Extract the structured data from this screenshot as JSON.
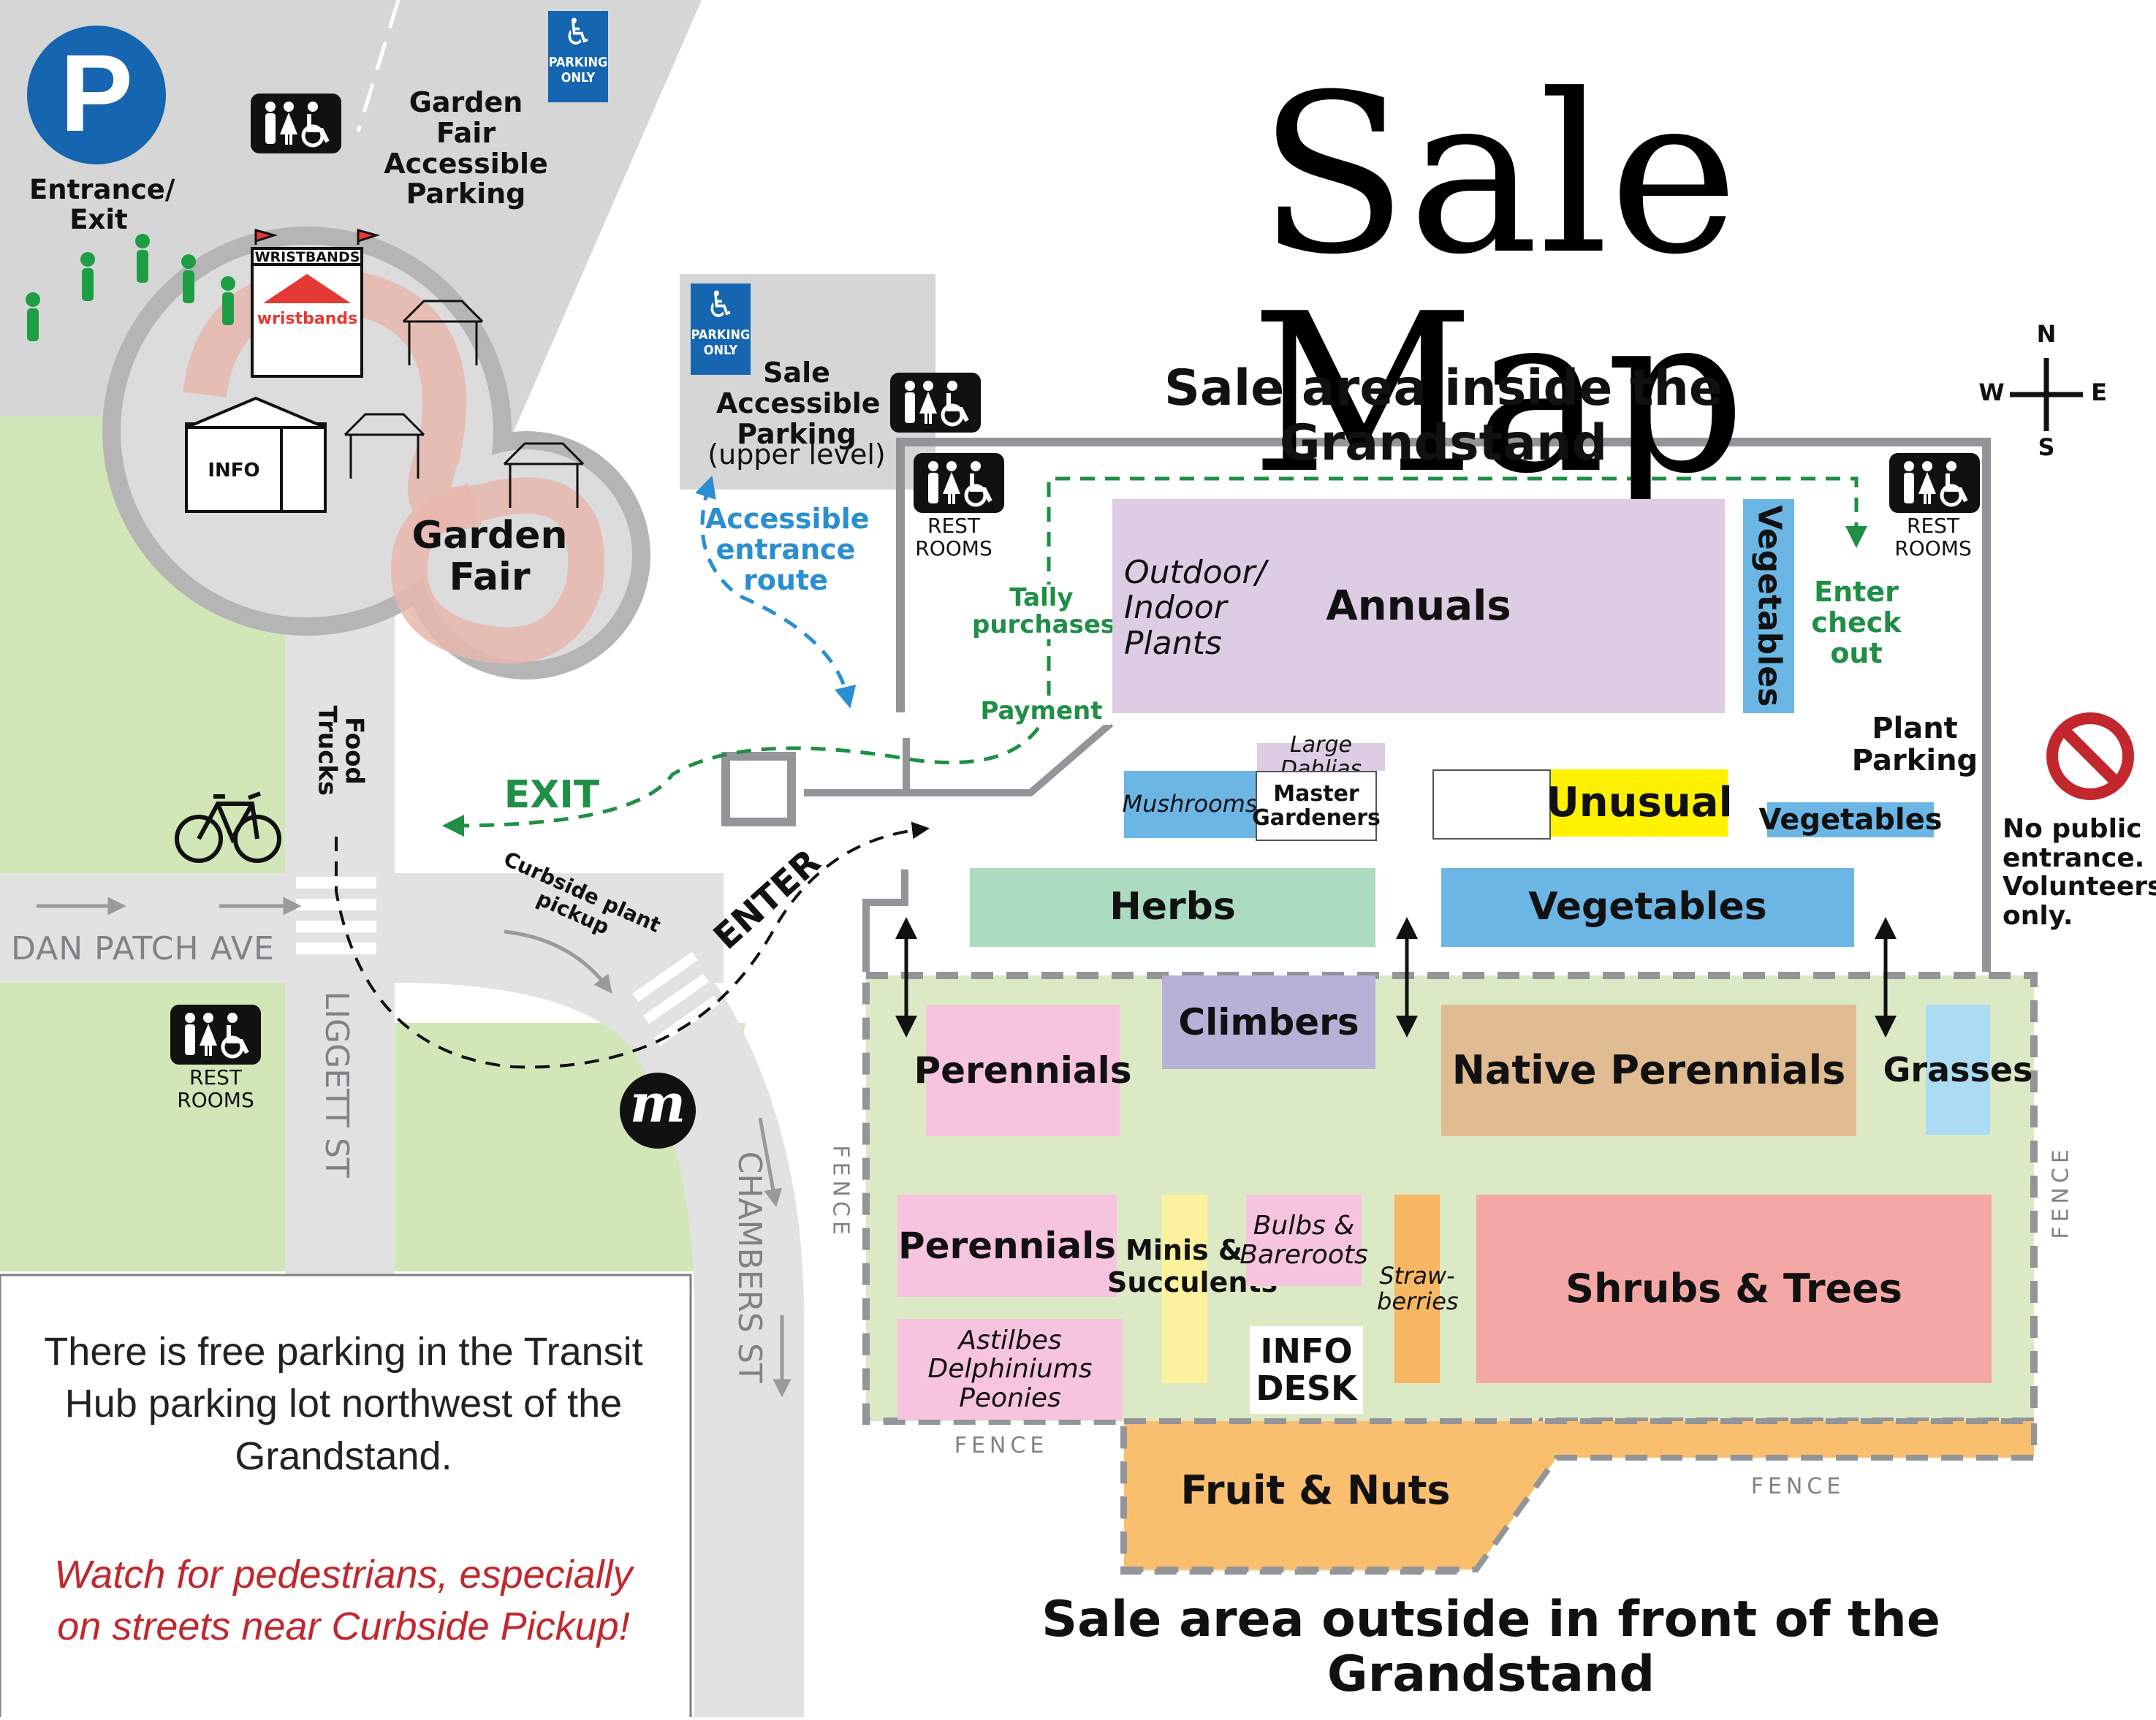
{
  "title": "Sale Map",
  "headings": {
    "inside": "Sale area inside the Grandstand",
    "outside": "Sale area outside in front of the Grandstand"
  },
  "compass": {
    "n": "N",
    "s": "S",
    "e": "E",
    "w": "W"
  },
  "parking": {
    "p_symbol": "P",
    "entrance_exit": "Entrance/ Exit",
    "garden_fair_accessible": "Garden Fair Accessible Parking",
    "sale_accessible": "Sale Accessible Parking",
    "upper_level": "(upper level)",
    "sign_parking": "PARKING",
    "sign_only": "ONLY",
    "plant_parking": "Plant Parking"
  },
  "garden_fair": {
    "name": "Garden Fair",
    "wristbands_sign": "WRISTBANDS",
    "wristbands_tent": "wristbands",
    "info_tent": "INFO"
  },
  "streets": {
    "dan_patch": "DAN PATCH AVE",
    "liggett": "LIGGETT ST",
    "chambers": "CHAMBERS ST",
    "food_trucks": "Food Trucks",
    "curbside": "Curbside plant pickup",
    "enter": "ENTER",
    "exit": "EXIT",
    "transit_logo": "m"
  },
  "routes": {
    "accessible_route": "Accessible entrance route",
    "tally": "Tally purchases",
    "payment": "Payment",
    "enter_checkout": "Enter check out"
  },
  "restrooms": {
    "label1": "REST",
    "label2": "ROOMS"
  },
  "no_entry": {
    "text": "No public entrance. Volunteers only."
  },
  "fence": "FENCE",
  "inside_areas": {
    "outdoor_indoor": "Outdoor/ Indoor Plants",
    "annuals": "Annuals",
    "vegetables_vertical": "Vegetables",
    "large_dahlias": "Large Dahlias",
    "mushrooms": "Mushrooms",
    "master_gardeners": "Master Gardeners",
    "unusual": "Unusual",
    "vegetables_small": "Vegetables",
    "herbs": "Herbs",
    "vegetables_large": "Vegetables"
  },
  "outside_areas": {
    "climbers": "Climbers",
    "perennials_top": "Perennials",
    "native_perennials": "Native Perennials",
    "grasses": "Grasses",
    "perennials_bottom": "Perennials",
    "minis_succulents": "Minis & Succulents",
    "bulbs_bareroots": "Bulbs & Bareroots",
    "strawberries": "Straw- berries",
    "shrubs_trees": "Shrubs & Trees",
    "astilbes": "Astilbes Delphiniums Peonies",
    "info_desk": "INFO DESK",
    "fruit_nuts": "Fruit & Nuts"
  },
  "notes": {
    "free_parking": "There is free parking in the Transit Hub parking lot northwest of the Grandstand.",
    "pedestrians": "Watch for pedestrians, especially on streets near Curbside Pickup!"
  },
  "colors": {
    "annuals": "#ddcce4",
    "vegetables": "#6cb6e6",
    "herbs": "#acdcbf",
    "unusual": "#fff200",
    "climbers": "#b7b1d8",
    "perennials": "#f6c4de",
    "native": "#e1bb91",
    "grasses": "#acdcf3",
    "shrubs": "#f4a8a6",
    "fruit": "#f9bf6f",
    "strawberries": "#f8b763",
    "minis": "#fcf19c",
    "outside_ground": "#dce9c5",
    "grass": "#d1e7b8",
    "road": "#e2e2e3",
    "route_green": "#1f8f45",
    "route_blue": "#2a8ed0",
    "parking_blue": "#1565b0",
    "no_entry_red": "#c1272d"
  }
}
